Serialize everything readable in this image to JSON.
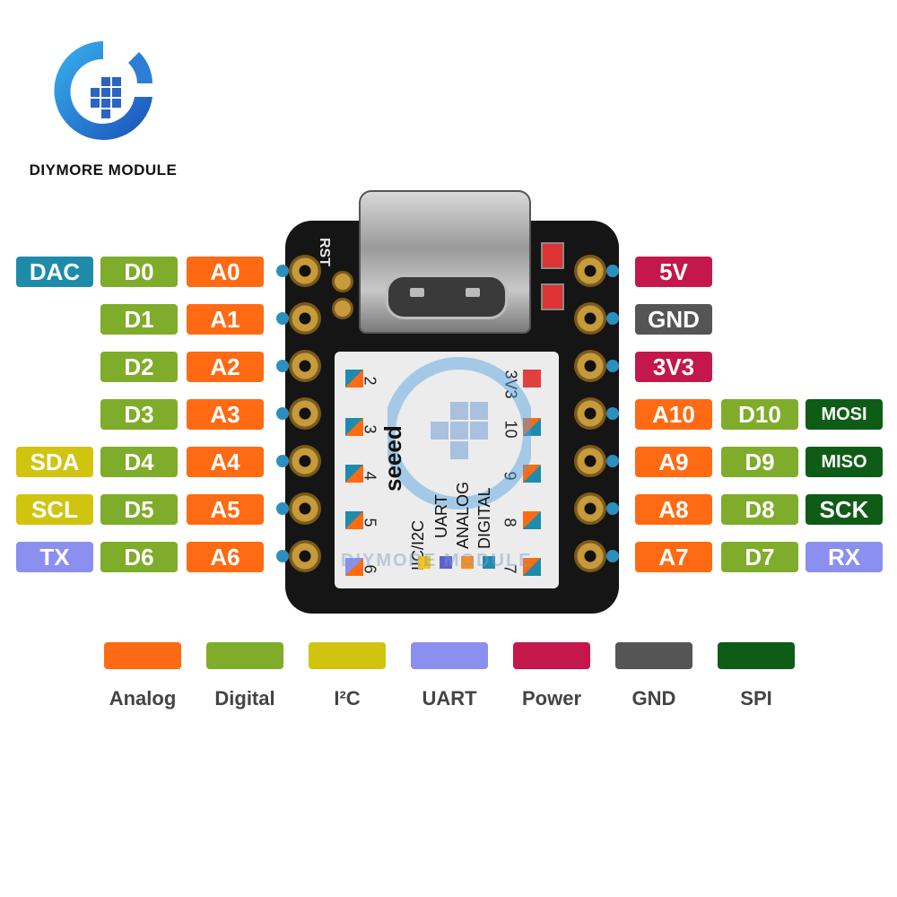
{
  "brand": {
    "name": "DIYMORE MODULE",
    "watermark": "DIYMORE MODULE"
  },
  "colors": {
    "analog": "#ff6a13",
    "digital": "#7fac2a",
    "i2c": "#d1c40f",
    "uart": "#8a8ff0",
    "power": "#c4174c",
    "gnd": "#555555",
    "spi": "#0f5c16",
    "dac": "#1e8bab"
  },
  "left_pins": [
    {
      "dac": "DAC",
      "digital": "D0",
      "analog": "A0"
    },
    {
      "digital": "D1",
      "analog": "A1"
    },
    {
      "digital": "D2",
      "analog": "A2"
    },
    {
      "digital": "D3",
      "analog": "A3"
    },
    {
      "i2c": "SDA",
      "digital": "D4",
      "analog": "A4"
    },
    {
      "i2c": "SCL",
      "digital": "D5",
      "analog": "A5"
    },
    {
      "uart": "TX",
      "digital": "D6",
      "analog": "A6"
    }
  ],
  "right_pins": [
    {
      "power": "5V"
    },
    {
      "gnd": "GND"
    },
    {
      "power": "3V3"
    },
    {
      "analog": "A10",
      "digital": "D10",
      "spi": "MOSI"
    },
    {
      "analog": "A9",
      "digital": "D9",
      "spi": "MISO"
    },
    {
      "analog": "A8",
      "digital": "D8",
      "spi": "SCK"
    },
    {
      "analog": "A7",
      "digital": "D7",
      "uart": "RX"
    }
  ],
  "board": {
    "rst_label": "RST",
    "brand": "seeed",
    "legend": [
      "IIC/I2C",
      "UART",
      "ANALOG",
      "DIGITAL"
    ],
    "left_numbers": [
      "2",
      "3",
      "4",
      "5",
      "6"
    ],
    "right_numbers": [
      "3V3",
      "10",
      "9",
      "8",
      "7"
    ]
  },
  "legend": [
    {
      "label": "Analog",
      "color": "#ff6a13"
    },
    {
      "label": "Digital",
      "color": "#7fac2a"
    },
    {
      "label": "I²C",
      "color": "#d1c40f"
    },
    {
      "label": "UART",
      "color": "#8a8ff0"
    },
    {
      "label": "Power",
      "color": "#c4174c"
    },
    {
      "label": "GND",
      "color": "#555555"
    },
    {
      "label": "SPI",
      "color": "#0f5c16"
    }
  ]
}
